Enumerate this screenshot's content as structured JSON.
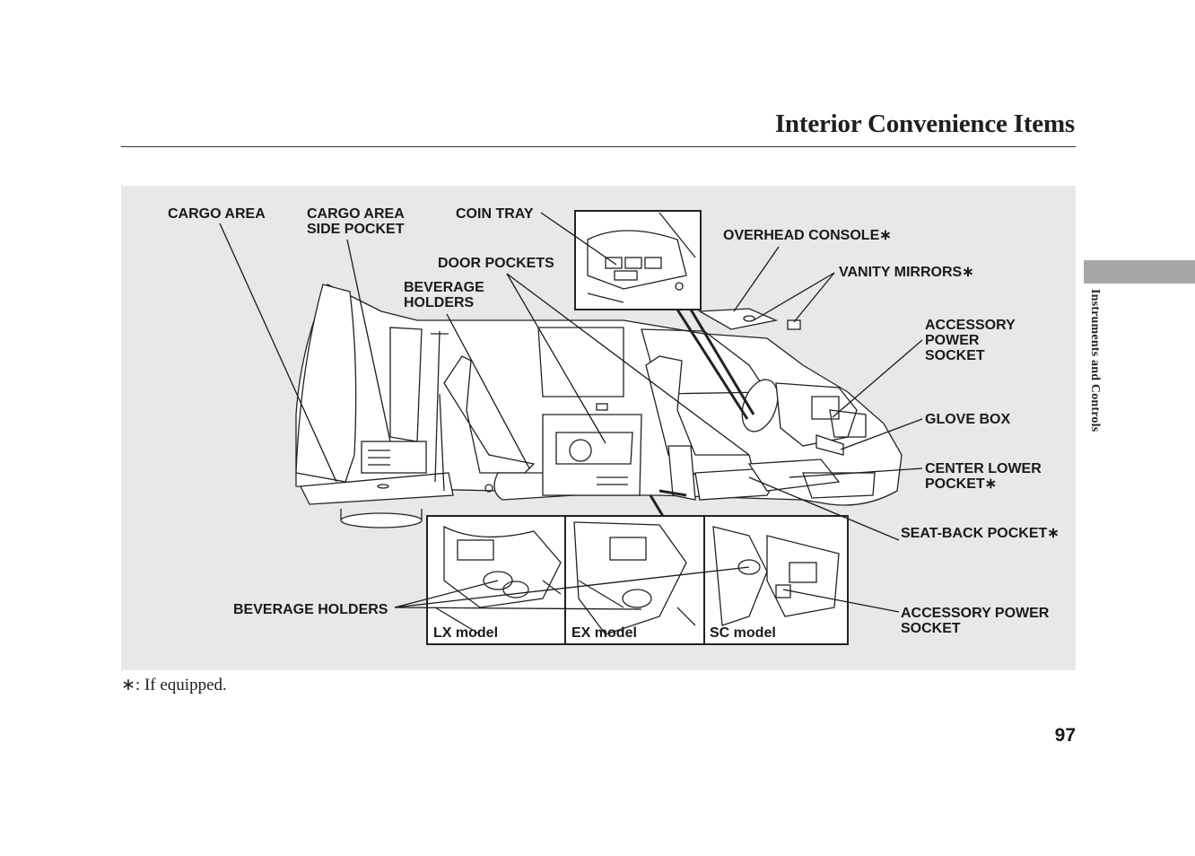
{
  "header": {
    "title": "Interior Convenience Items"
  },
  "side_tab": {
    "label": "Instruments and Controls"
  },
  "figure": {
    "labels": {
      "cargo_area": "CARGO AREA",
      "cargo_area_side_pocket": "CARGO AREA\nSIDE POCKET",
      "coin_tray": "COIN TRAY",
      "door_pockets": "DOOR POCKETS",
      "beverage_holders_top": "BEVERAGE\nHOLDERS",
      "overhead_console": "OVERHEAD CONSOLE∗",
      "vanity_mirrors": "VANITY MIRRORS∗",
      "accessory_power_socket_top": "ACCESSORY\nPOWER\nSOCKET",
      "glove_box": "GLOVE BOX",
      "center_lower_pocket": "CENTER LOWER\nPOCKET∗",
      "seat_back_pocket": "SEAT-BACK POCKET∗",
      "beverage_holders_bottom": "BEVERAGE HOLDERS",
      "accessory_power_socket_bottom": "ACCESSORY POWER\nSOCKET"
    },
    "models": [
      "LX model",
      "EX model",
      "SC model"
    ]
  },
  "footnote": "∗: If equipped.",
  "page_number": "97"
}
